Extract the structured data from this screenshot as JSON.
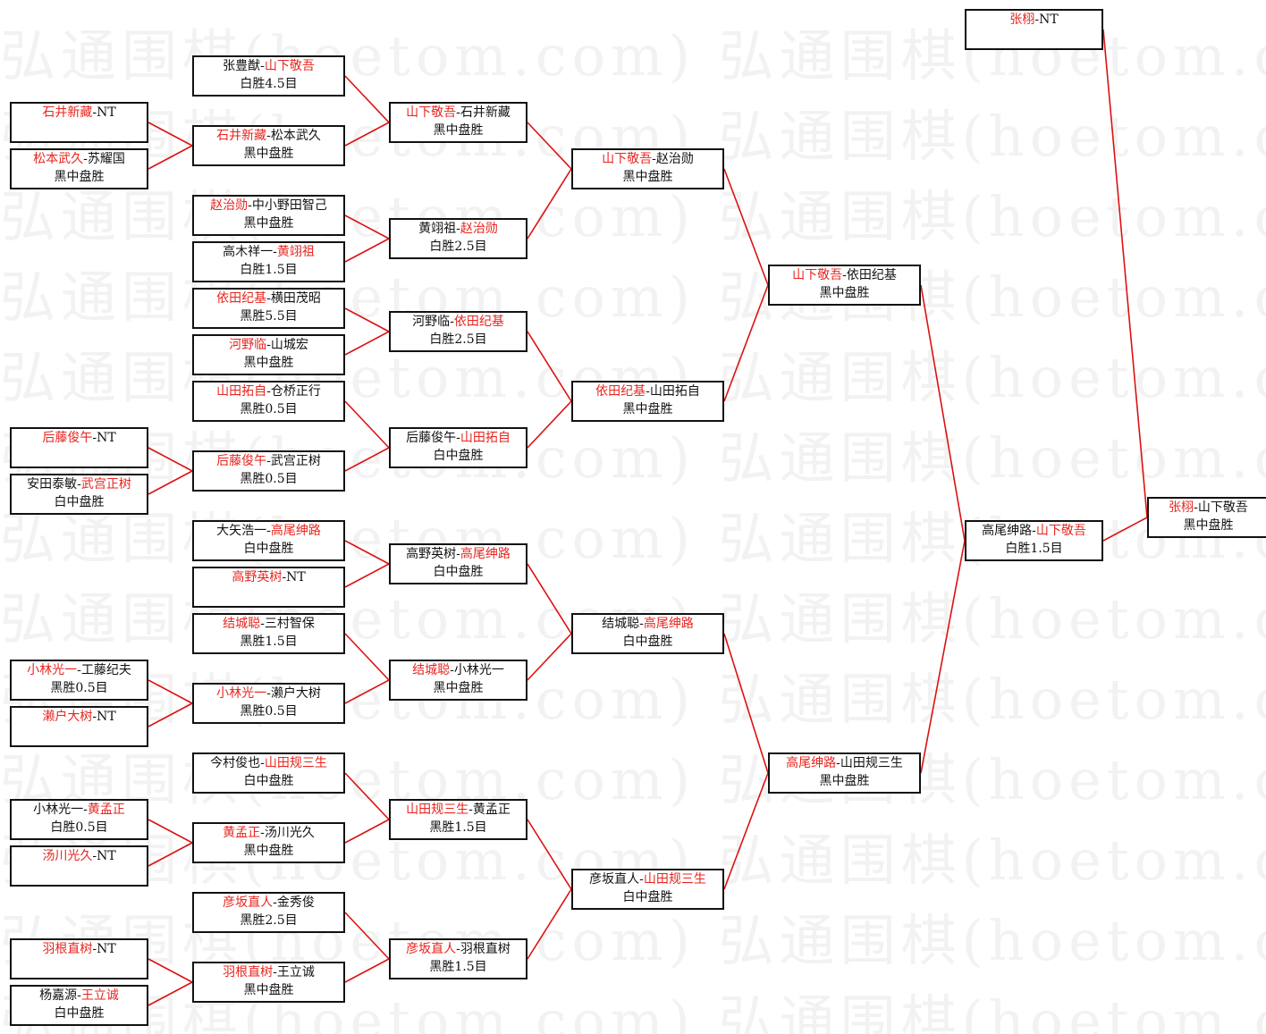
{
  "watermark": "弘通围棋(hoetom.com) 弘通围棋(hoetom.com) 弘通",
  "colors": {
    "winner": "#e8251f",
    "text": "#111111",
    "line": "#dd1111",
    "border": "#111111"
  },
  "matches": [
    {
      "id": "r1a",
      "a": "石井新藏",
      "b": "NT",
      "win": "a",
      "result": ""
    },
    {
      "id": "r1b",
      "a": "松本武久",
      "b": "苏耀国",
      "win": "a",
      "result": "黑中盘胜"
    },
    {
      "id": "r1c",
      "a": "后藤俊午",
      "b": "NT",
      "win": "a",
      "result": ""
    },
    {
      "id": "r1d",
      "a": "安田泰敏",
      "b": "武宫正树",
      "win": "b",
      "result": "白中盘胜"
    },
    {
      "id": "r1e",
      "a": "小林光一",
      "b": "工藤纪夫",
      "win": "a",
      "result": "黑胜0.5目"
    },
    {
      "id": "r1f",
      "a": "濑户大树",
      "b": "NT",
      "win": "a",
      "result": ""
    },
    {
      "id": "r1g",
      "a": "小林光一",
      "b": "黄孟正",
      "win": "b",
      "result": "白胜0.5目"
    },
    {
      "id": "r1h",
      "a": "汤川光久",
      "b": "NT",
      "win": "a",
      "result": ""
    },
    {
      "id": "r1i",
      "a": "羽根直树",
      "b": "NT",
      "win": "a",
      "result": ""
    },
    {
      "id": "r1j",
      "a": "杨嘉源",
      "b": "王立诚",
      "win": "b",
      "result": "白中盘胜"
    },
    {
      "id": "r2a",
      "a": "张豊猷",
      "b": "山下敬吾",
      "win": "b",
      "result": "白胜4.5目"
    },
    {
      "id": "r2b",
      "a": "石井新藏",
      "b": "松本武久",
      "win": "a",
      "result": "黑中盘胜"
    },
    {
      "id": "r2c",
      "a": "赵治勋",
      "b": "中小野田智己",
      "win": "a",
      "result": "黑中盘胜"
    },
    {
      "id": "r2d",
      "a": "高木祥一",
      "b": "黄翊祖",
      "win": "b",
      "result": "白胜1.5目"
    },
    {
      "id": "r2e",
      "a": "依田纪基",
      "b": "横田茂昭",
      "win": "a",
      "result": "黑胜5.5目"
    },
    {
      "id": "r2f",
      "a": "河野临",
      "b": "山城宏",
      "win": "a",
      "result": "黑中盘胜"
    },
    {
      "id": "r2g",
      "a": "山田拓自",
      "b": "仓桥正行",
      "win": "a",
      "result": "黑胜0.5目"
    },
    {
      "id": "r2h",
      "a": "后藤俊午",
      "b": "武宫正树",
      "win": "a",
      "result": "黑胜0.5目"
    },
    {
      "id": "r2i",
      "a": "大矢浩一",
      "b": "高尾绅路",
      "win": "b",
      "result": "白中盘胜"
    },
    {
      "id": "r2j",
      "a": "高野英树",
      "b": "NT",
      "win": "a",
      "result": ""
    },
    {
      "id": "r2k",
      "a": "结城聪",
      "b": "三村智保",
      "win": "a",
      "result": "黑胜1.5目"
    },
    {
      "id": "r2l",
      "a": "小林光一",
      "b": "濑户大树",
      "win": "a",
      "result": "黑胜0.5目"
    },
    {
      "id": "r2m",
      "a": "今村俊也",
      "b": "山田规三生",
      "win": "b",
      "result": "白中盘胜"
    },
    {
      "id": "r2n",
      "a": "黄孟正",
      "b": "汤川光久",
      "win": "a",
      "result": "黑中盘胜"
    },
    {
      "id": "r2o",
      "a": "彦坂直人",
      "b": "金秀俊",
      "win": "a",
      "result": "黑胜2.5目"
    },
    {
      "id": "r2p",
      "a": "羽根直树",
      "b": "王立诚",
      "win": "a",
      "result": "黑中盘胜"
    },
    {
      "id": "r3a",
      "a": "山下敬吾",
      "b": "石井新藏",
      "win": "a",
      "result": "黑中盘胜"
    },
    {
      "id": "r3b",
      "a": "黄翊祖",
      "b": "赵治勋",
      "win": "b",
      "result": "白胜2.5目"
    },
    {
      "id": "r3c",
      "a": "河野临",
      "b": "依田纪基",
      "win": "b",
      "result": "白胜2.5目"
    },
    {
      "id": "r3d",
      "a": "后藤俊午",
      "b": "山田拓自",
      "win": "b",
      "result": "白中盘胜"
    },
    {
      "id": "r3e",
      "a": "高野英树",
      "b": "高尾绅路",
      "win": "b",
      "result": "白中盘胜"
    },
    {
      "id": "r3f",
      "a": "结城聪",
      "b": "小林光一",
      "win": "a",
      "result": "黑中盘胜"
    },
    {
      "id": "r3g",
      "a": "山田规三生",
      "b": "黄孟正",
      "win": "a",
      "result": "黑胜1.5目"
    },
    {
      "id": "r3h",
      "a": "彦坂直人",
      "b": "羽根直树",
      "win": "a",
      "result": "黑胜1.5目"
    },
    {
      "id": "r4a",
      "a": "山下敬吾",
      "b": "赵治勋",
      "win": "a",
      "result": "黑中盘胜"
    },
    {
      "id": "r4b",
      "a": "依田纪基",
      "b": "山田拓自",
      "win": "a",
      "result": "黑中盘胜"
    },
    {
      "id": "r4c",
      "a": "结城聪",
      "b": "高尾绅路",
      "win": "b",
      "result": "白中盘胜"
    },
    {
      "id": "r4d",
      "a": "彦坂直人",
      "b": "山田规三生",
      "win": "b",
      "result": "白中盘胜"
    },
    {
      "id": "r5a",
      "a": "山下敬吾",
      "b": "依田纪基",
      "win": "a",
      "result": "黑中盘胜"
    },
    {
      "id": "r5b",
      "a": "高尾绅路",
      "b": "山田规三生",
      "win": "a",
      "result": "黑中盘胜"
    },
    {
      "id": "r6a",
      "a": "高尾绅路",
      "b": "山下敬吾",
      "win": "b",
      "result": "白胜1.5目"
    },
    {
      "id": "r6b",
      "a": "张栩",
      "b": "NT",
      "win": "a",
      "result": ""
    },
    {
      "id": "r7a",
      "a": "张栩",
      "b": "山下敬吾",
      "win": "a",
      "result": "黑中盘胜"
    }
  ]
}
